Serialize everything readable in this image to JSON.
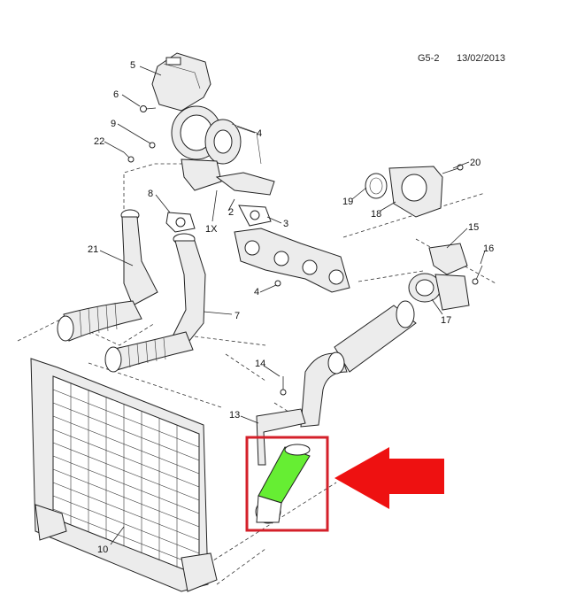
{
  "header": {
    "code": "G5-2",
    "date": "13/02/2013"
  },
  "callouts": [
    "5",
    "6",
    "9",
    "22",
    "4",
    "8",
    "2",
    "1X",
    "3",
    "20",
    "19",
    "18",
    "21",
    "15",
    "16",
    "4",
    "7",
    "17",
    "14",
    "13",
    "10"
  ],
  "colors": {
    "highlight_fill": "#66ee33",
    "highlight_box": "#d4202a",
    "arrow_fill": "#ee1111",
    "line": "#222222"
  }
}
